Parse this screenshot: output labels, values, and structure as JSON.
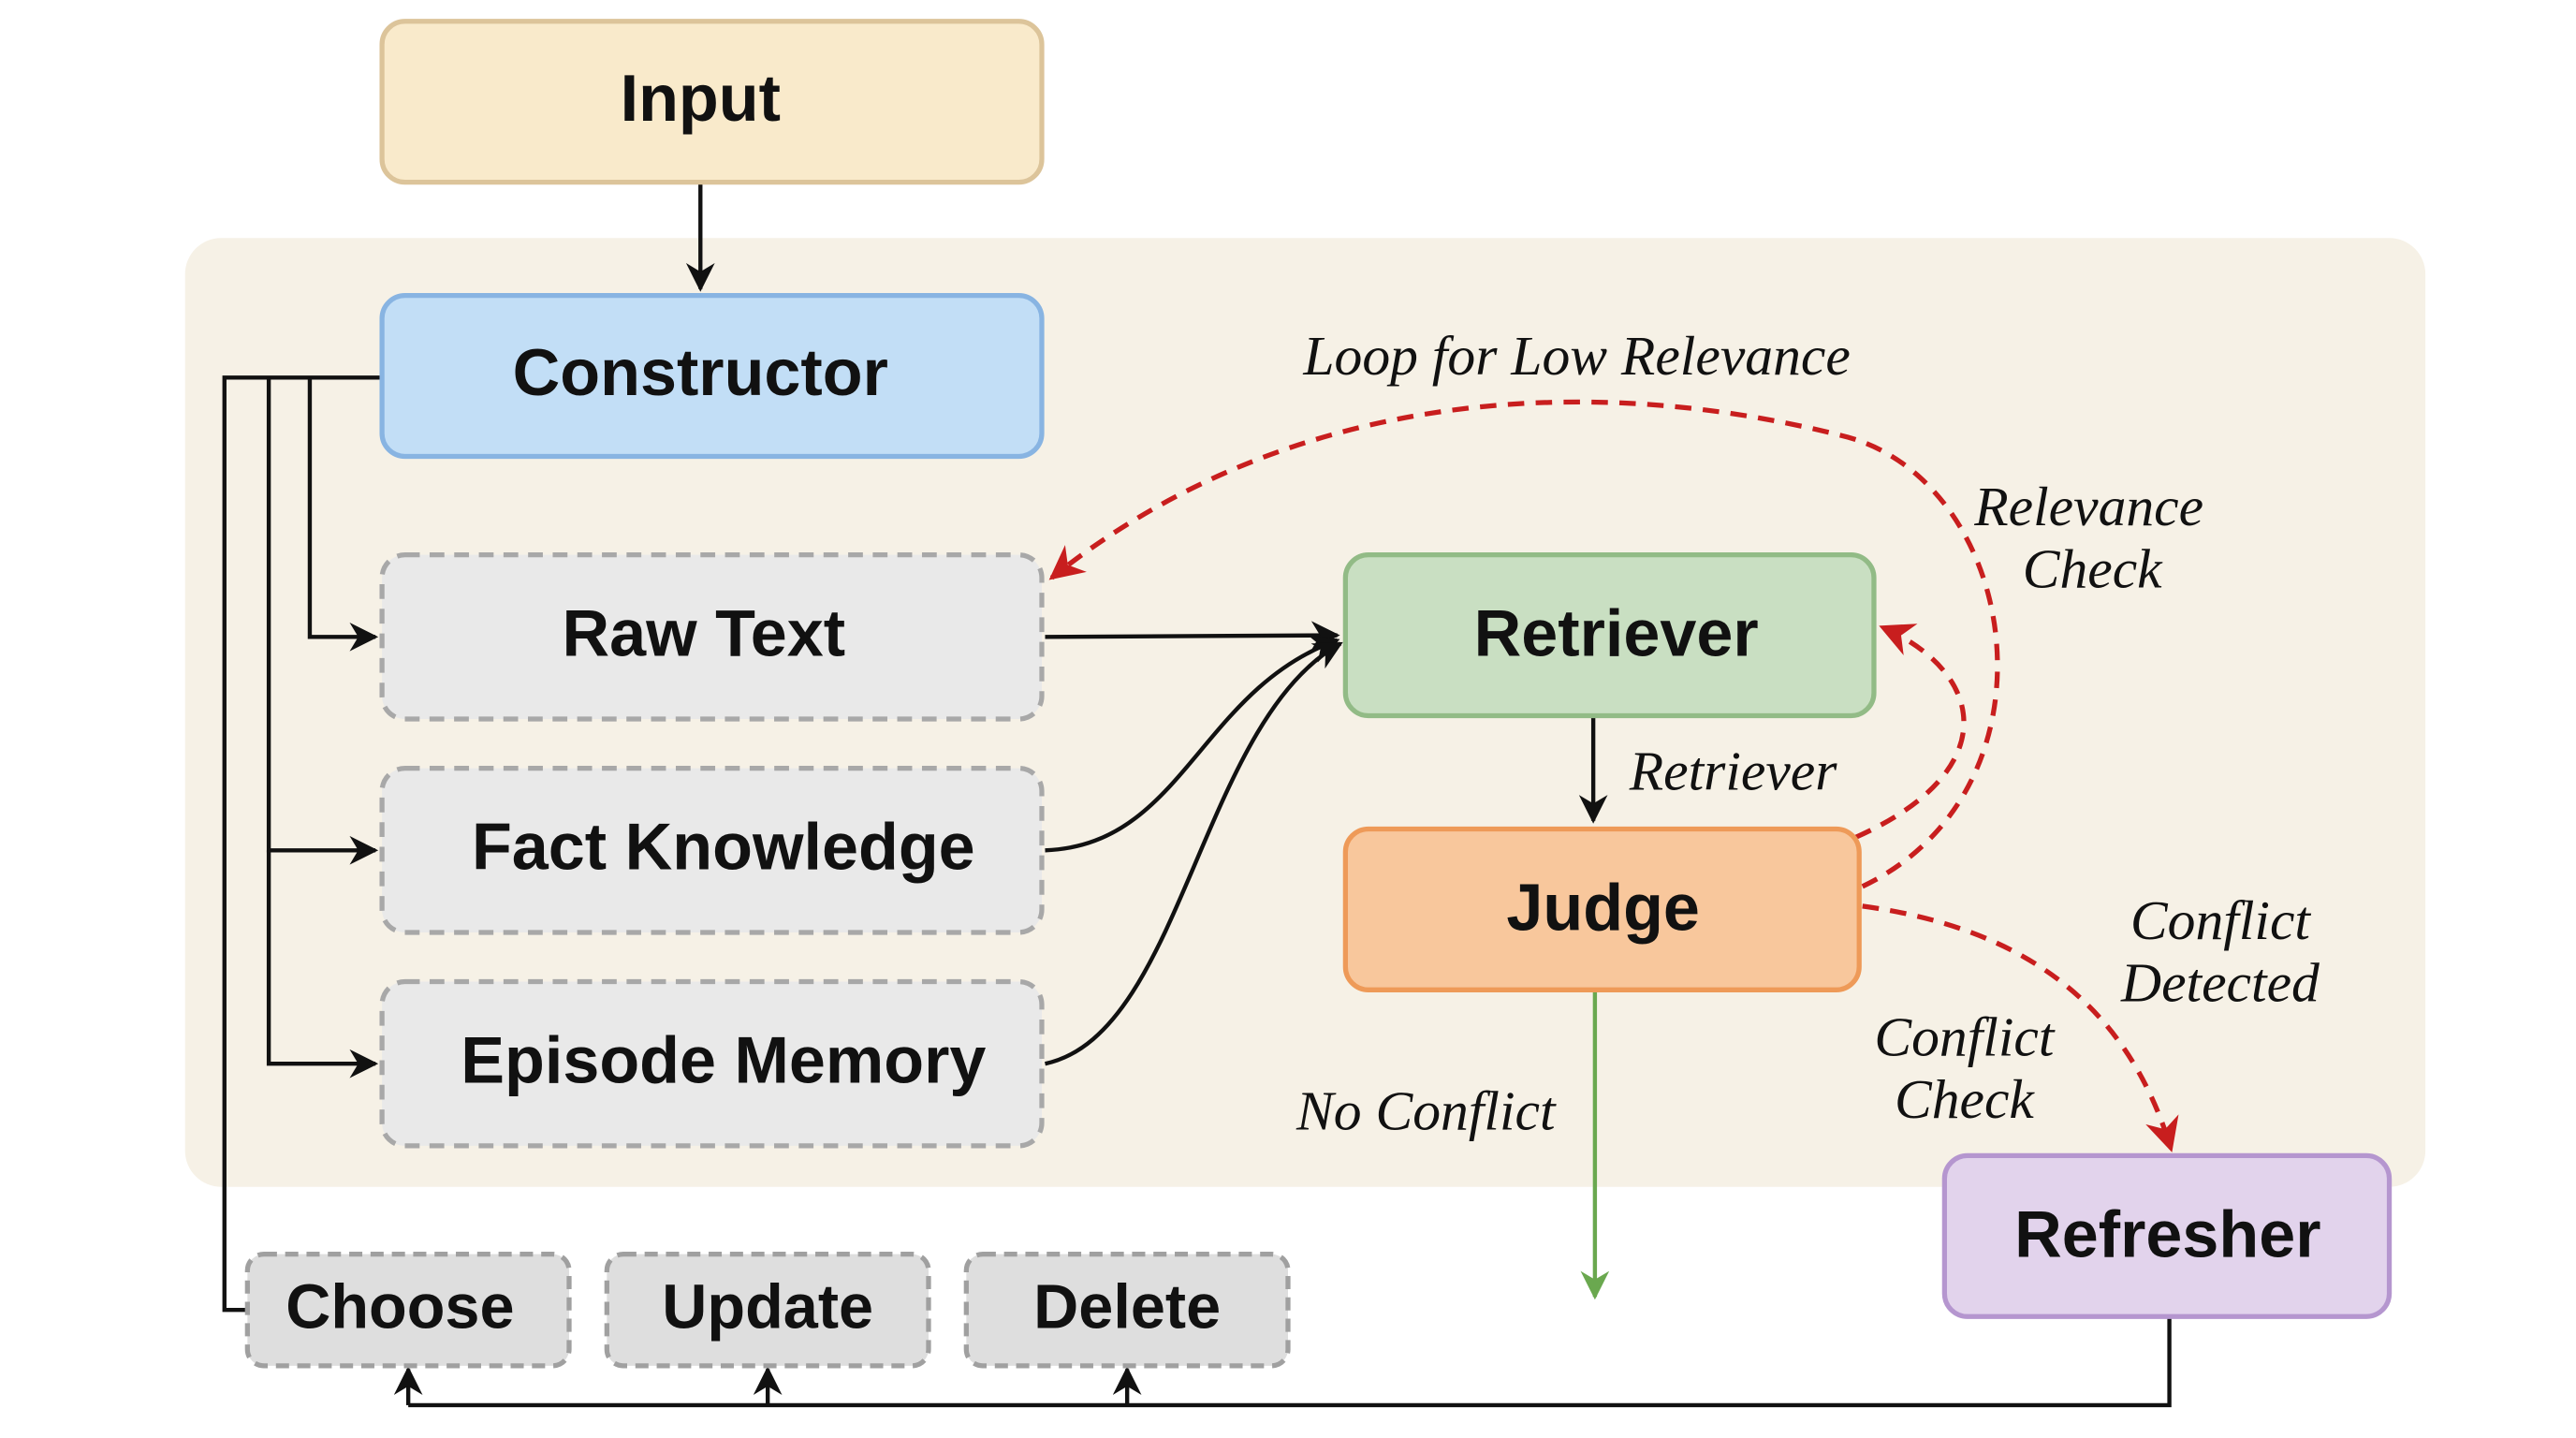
{
  "diagram": {
    "nodes": {
      "input": {
        "label": "Input",
        "fill": "#f9eacb",
        "stroke": "#dcc49a"
      },
      "constructor": {
        "label": "Constructor",
        "fill": "#c2def6",
        "stroke": "#88b4e2"
      },
      "raw_text": {
        "label": "Raw Text",
        "fill": "#e9e9e9",
        "stroke": "#a8a8a8"
      },
      "fact_knowledge": {
        "label": "Fact Knowledge",
        "fill": "#e9e9e9",
        "stroke": "#a8a8a8"
      },
      "episode_memory": {
        "label": "Episode Memory",
        "fill": "#e9e9e9",
        "stroke": "#a8a8a8"
      },
      "retriever": {
        "label": "Retriever",
        "fill": "#c9dfc2",
        "stroke": "#92bb86"
      },
      "judge": {
        "label": "Judge",
        "fill": "#f8c79c",
        "stroke": "#ee9a58"
      },
      "refresher": {
        "label": "Refresher",
        "fill": "#e2d3ec",
        "stroke": "#b596cf"
      },
      "choose": {
        "label": "Choose",
        "fill": "#dedede",
        "stroke": "#a0a0a0"
      },
      "update": {
        "label": "Update",
        "fill": "#dedede",
        "stroke": "#a0a0a0"
      },
      "delete": {
        "label": "Delete",
        "fill": "#dedede",
        "stroke": "#a0a0a0"
      }
    },
    "edge_labels": {
      "loop_low_relevance": "Loop for Low Relevance",
      "relevance_check_1": "Relevance",
      "relevance_check_2": "Check",
      "retriever": "Retriever",
      "conflict_detected_1": "Conflict",
      "conflict_detected_2": "Detected",
      "conflict_check_1": "Conflict",
      "conflict_check_2": "Check",
      "no_conflict": "No Conflict"
    },
    "colors": {
      "panel": "#f6f1e6",
      "edge": "#111111",
      "feedback_edge": "#c81e1e",
      "no_conflict_edge": "#6aa84f"
    }
  }
}
